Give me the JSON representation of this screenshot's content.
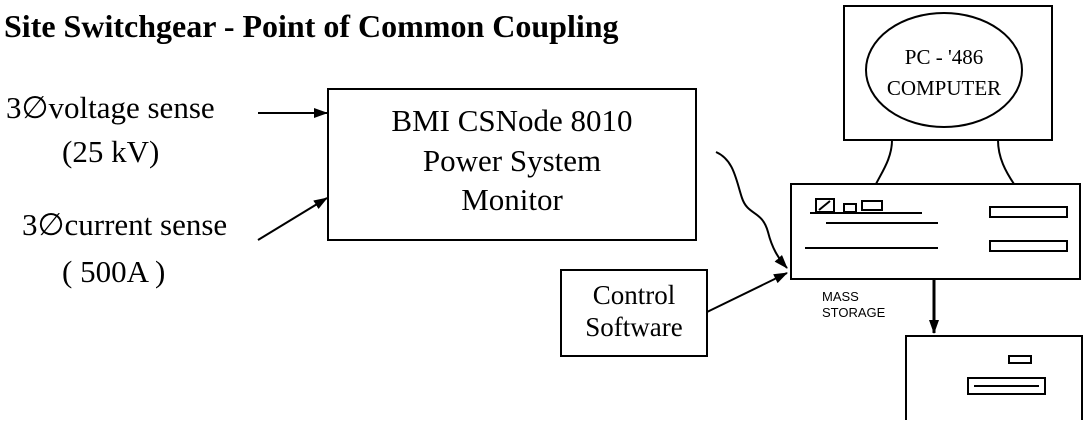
{
  "diagram": {
    "title": "Site Switchgear - Point of Common Coupling",
    "inputs": {
      "voltage_label": "3∅voltage sense",
      "voltage_value": "(25 kV)",
      "current_label": "3∅current sense",
      "current_value": "( 500A )"
    },
    "monitor": {
      "line1": "BMI CSNode 8010",
      "line2": "Power System",
      "line3": "Monitor"
    },
    "computer": {
      "line1": "PC - '486",
      "line2": "COMPUTER"
    },
    "control_software": {
      "line1": "Control",
      "line2": "Software"
    },
    "mass_storage": {
      "line1": "MASS",
      "line2": "STORAGE"
    }
  }
}
